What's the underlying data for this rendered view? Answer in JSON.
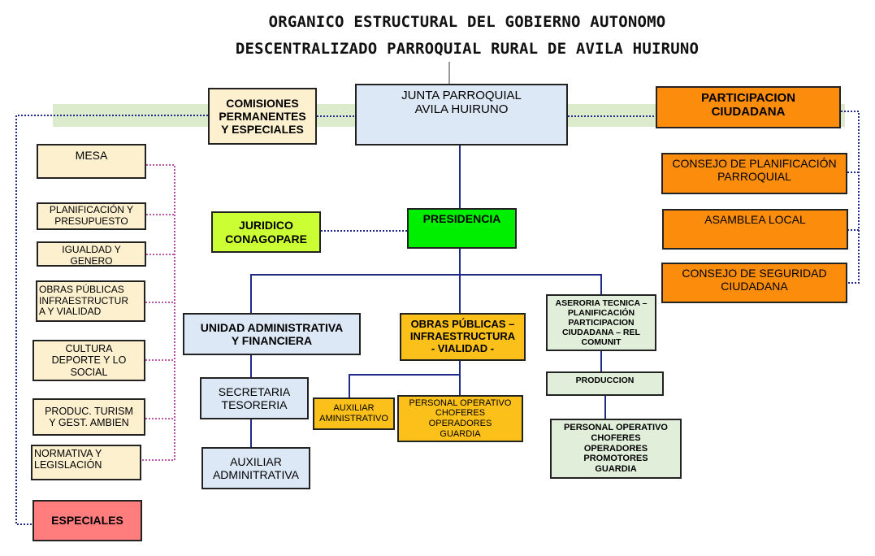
{
  "title": {
    "line1": "ORGANICO ESTRUCTURAL DEL GOBIERNO AUTONOMO",
    "line2": "DESCENTRALIZADO PARROQUIAL RURAL DE AVILA HUIRUNO"
  },
  "colors": {
    "cream": "#fdf0cf",
    "light_blue": "#dce8f5",
    "orange": "#fb8c0c",
    "green": "#00ee00",
    "yellow_green": "#ccff33",
    "gold": "#fcc01a",
    "mint": "#e1efda",
    "pink": "#ff7d7d",
    "navy_line": "#1f2a8a",
    "magenta_line": "#a0228c",
    "band": "#dcebcc"
  },
  "nodes": {
    "junta": "JUNTA PARROQUIAL\nAVILA HUIRUNO",
    "comisiones": "COMISIONES\nPERMANENTES\nY ESPECIALES",
    "participacion": "PARTICIPACION\nCIUDADANA",
    "consejo_planificacion": "CONSEJO DE PLANIFICACIÓN\nPARROQUIAL",
    "asamblea_local": "ASAMBLEA LOCAL",
    "consejo_seguridad": "CONSEJO DE SEGURIDAD\nCIUDADANA",
    "presidencia": "PRESIDENCIA",
    "juridico": "JURIDICO\nCONAGOPARE",
    "mesa": "MESA",
    "planificacion": "PLANIFICACIÓN Y\nPRESUPUESTO",
    "igualdad": "IGUALDAD Y\nGENERO",
    "obras_comision": "OBRAS PÚBLICAS\nINFRAESTRUCTUR\nA Y VIALIDAD",
    "cultura": "CULTURA\nDEPORTE Y LO\nSOCIAL",
    "produc_turism": "PRODUC. TURISM\nY GEST. AMBIEN",
    "normativa": "NORMATIVA Y\nLEGISLACIÓN",
    "especiales": "ESPECIALES",
    "unidad_admin": "UNIDAD ADMINISTRATIVA\nY FINANCIERA",
    "secretaria": "SECRETARIA\nTESORERIA",
    "auxiliar_adm": "AUXILIAR\nADMINITRATIVA",
    "obras_publicas": "OBRAS PÚBLICAS –\nINFRAESTRUCTURA\n- VIALIDAD -",
    "auxiliar_administrativo": "AUXILIAR\nAMINISTRATIVO",
    "personal_obras": "PERSONAL OPERATIVO\nCHOFERES\nOPERADORES\nGUARDIA",
    "asesoria": "ASERORIA TECNICA –\nPLANIFICACIÓN\nPARTICIPACION\nCIUDADANA – REL\nCOMUNIT",
    "produccion": "PRODUCCION",
    "personal_produccion": "PERSONAL OPERATIVO\nCHOFERES\nOPERADORES\nPROMOTORES\nGUARDIA"
  }
}
